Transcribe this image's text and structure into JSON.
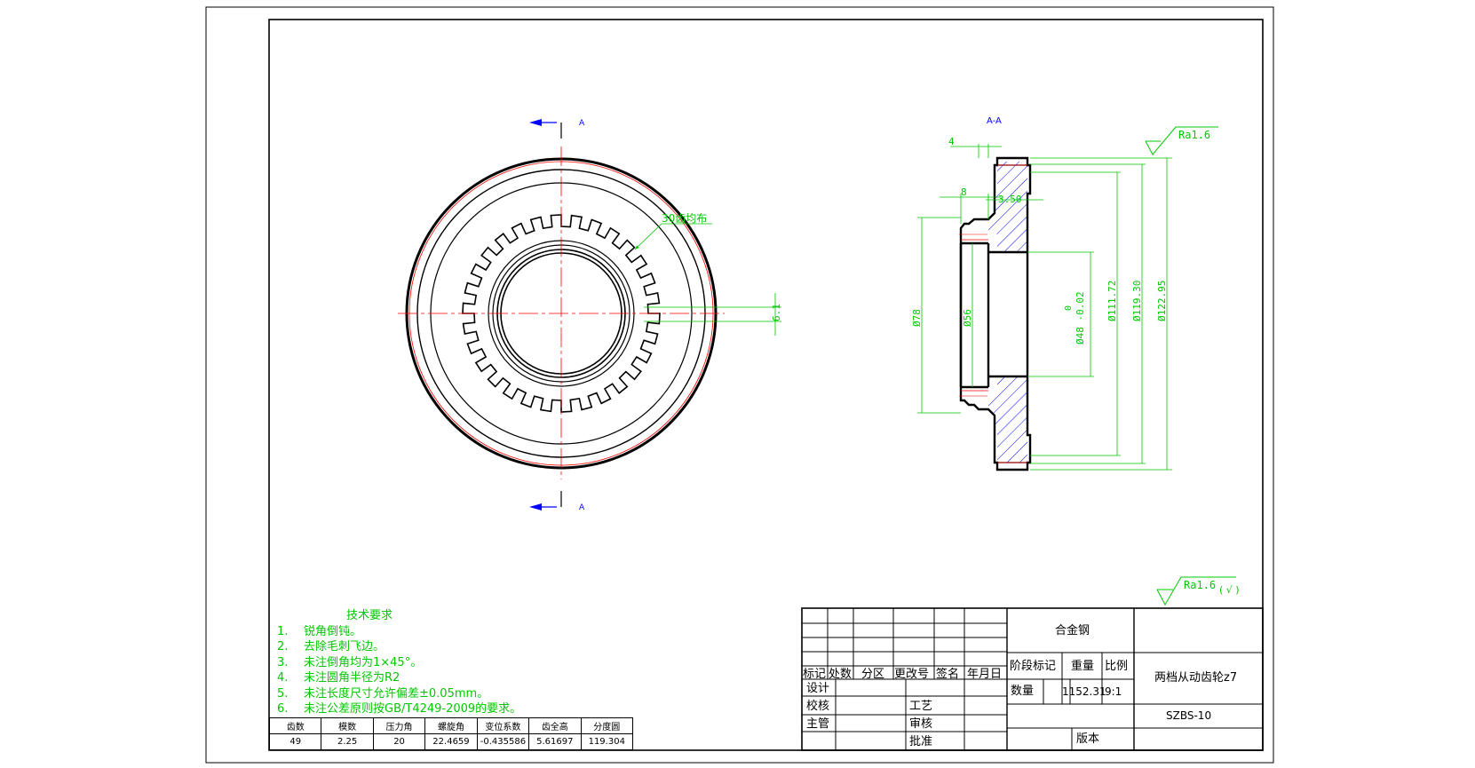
{
  "views": {
    "section_label": "A-A",
    "cut_mark_top": "A",
    "cut_mark_bottom": "A"
  },
  "annotations": {
    "teeth_note": "30齿均布",
    "dim_4": "4",
    "dim_8": "8",
    "dim_3_50": "3.50",
    "dim_6_1": "6.1",
    "dim_d78": "Ø78",
    "dim_d56": "Ø56",
    "dim_d48": "Ø48 -0.02",
    "dim_d48_upper": "0",
    "dim_d111": "Ø111.72",
    "dim_d119": "Ø119.30",
    "dim_d122": "Ø122.95",
    "roughness_top": "Ra1.6",
    "roughness_general": "Ra1.6",
    "roughness_general_suffix": "( √ )"
  },
  "tech_requirements": {
    "title": "技术要求",
    "items": [
      {
        "num": "1.",
        "text": "锐角倒钝。"
      },
      {
        "num": "2.",
        "text": "去除毛刺飞边。"
      },
      {
        "num": "3.",
        "text": "未注倒角均为1×45°。"
      },
      {
        "num": "4.",
        "text": "未注圆角半径为R2"
      },
      {
        "num": "5.",
        "text": "未注长度尺寸允许偏差±0.05mm。"
      },
      {
        "num": "6.",
        "text": "未注公差原则按GB/T4249-2009的要求。"
      }
    ]
  },
  "gear_params": {
    "headers": [
      "齿数",
      "模数",
      "压力角",
      "螺旋角",
      "变位系数",
      "齿全高",
      "分度圆"
    ],
    "values": [
      "49",
      "2.25",
      "20",
      "22.4659",
      "-0.435586",
      "5.61697",
      "119.304"
    ]
  },
  "title_block": {
    "material": "合金钢",
    "part_name": "两档从动齿轮z7",
    "drawing_number": "SZBS-10",
    "version_label": "版本",
    "rev_headers": [
      "标记",
      "处数",
      "分区",
      "更改号",
      "签名",
      "年月日"
    ],
    "stage_label": "阶段标记",
    "weight_label": "重量",
    "scale_label": "比例",
    "qty_label": "数量",
    "weight_value": "1152.31",
    "scale_value": "9:1",
    "design_label": "设计",
    "check_label": "校核",
    "process_label": "工艺",
    "manager_label": "主管",
    "review_label": "审核",
    "approve_label": "批准"
  },
  "colors": {
    "outline": "#000000",
    "dimension": "#00c800",
    "centerline": "#ff0000",
    "cut_mark": "#0000ff",
    "hatch": "#0000ff"
  }
}
